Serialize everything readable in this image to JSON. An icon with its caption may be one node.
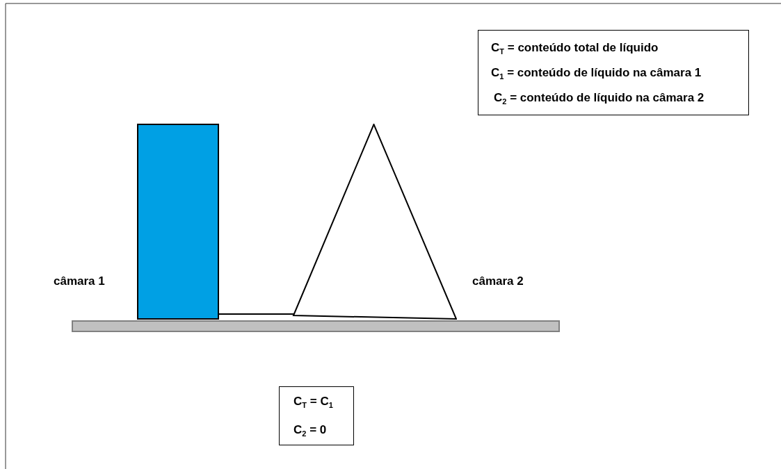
{
  "diagram": {
    "nodes": [
      {
        "text": [
          "C$_{T}$ = conteúdo total de líquido",
          "C$_{1}$ = conteúdo de líquido na câmara 1",
          "C$_{2}$ = conteúdo de líquido na câmara 2"
        ]
      },
      {
        "text": [],
        "shape": "box",
        "beside": [
          "câmara 1"
        ]
      },
      {
        "text": [],
        "shape": "triangle",
        "beside": [
          "câmara 2"
        ]
      },
      {
        "text": [
          "C$_{T}$ = C$_{1}$",
          "C$_{2}$ = 0"
        ]
      },
      {
        "text": [],
        "shape": "bar"
      }
    ],
    "edges": [
      {
        "from": 1,
        "to": 2,
        "arrow": "none"
      }
    ]
  }
}
